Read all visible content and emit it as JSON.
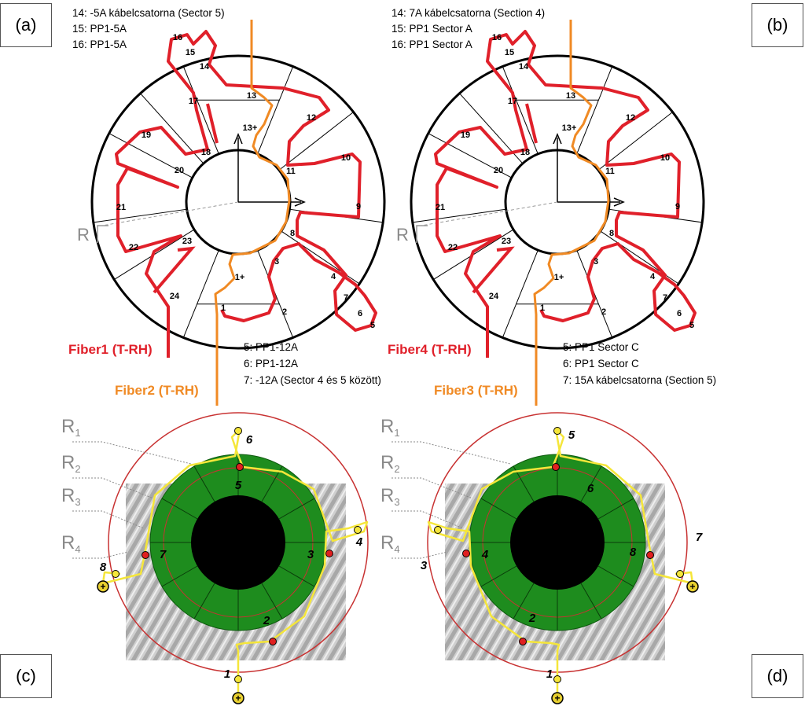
{
  "panels": {
    "a": {
      "label": "(a)",
      "notes_top": [
        "14: -5A kábelcsatorna (Sector 5)",
        "15: PP1-5A",
        "16: PP1-5A"
      ],
      "notes_bottom": [
        "5: PP1-12A",
        "6: PP1-12A",
        "7: -12A (Sector 4 és 5 között)"
      ],
      "fiber_red": "Fiber1 (T-RH)",
      "fiber_orange": "Fiber2 (T-RH)",
      "r_label": "R"
    },
    "b": {
      "label": "(b)",
      "notes_top": [
        "14: 7A kábelcsatorna (Section 4)",
        "15: PP1 Sector A",
        "16: PP1 Sector A"
      ],
      "notes_bottom": [
        "5: PP1 Sector C",
        "6: PP1 Sector C",
        "7: 15A kábelcsatorna (Section 5)"
      ],
      "fiber_red": "Fiber4 (T-RH)",
      "fiber_orange": "Fiber3 (T-RH)",
      "r_label": "R"
    },
    "c": {
      "label": "(c)",
      "sensors": [
        "1",
        "2",
        "3",
        "4",
        "5",
        "6",
        "7",
        "8"
      ]
    },
    "d": {
      "label": "(d)",
      "sensors": [
        "1",
        "2",
        "3",
        "4",
        "5",
        "6",
        "7",
        "8"
      ]
    }
  },
  "ring_labels": [
    "R1",
    "R2",
    "R3",
    "R4"
  ],
  "points_outer": [
    "1",
    "1+",
    "2",
    "3",
    "4",
    "5",
    "6",
    "7",
    "8",
    "9",
    "10",
    "11",
    "12",
    "13",
    "13+",
    "14",
    "15",
    "16",
    "17",
    "18",
    "19",
    "20",
    "21",
    "22",
    "23",
    "24"
  ],
  "colors": {
    "fiber_red": "#e0202a",
    "fiber_orange": "#f08a24",
    "fiber_yellow": "#f5e63a",
    "green_disc": "#1e8c1e",
    "outer_ring": "#c83232",
    "gray_label": "#8a8a8a"
  }
}
